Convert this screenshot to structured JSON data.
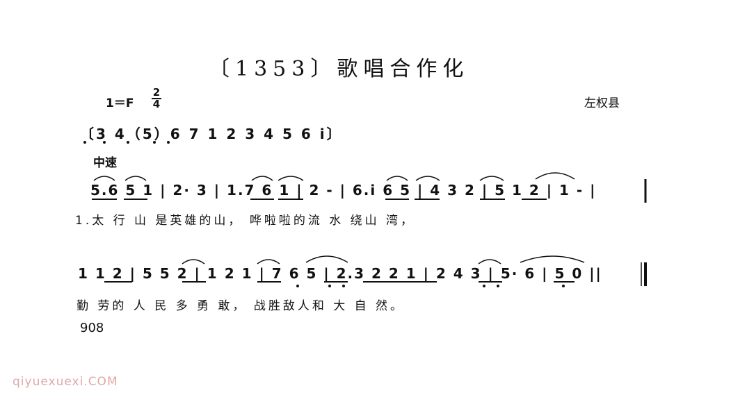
{
  "title": "〔1353〕歌唱合作化",
  "key_signature": "1＝F",
  "meter": {
    "numerator": "2",
    "denominator": "4"
  },
  "origin": "左权县",
  "scale_line": "〔3 4（5）6 7 1 2 3 4 5 6 i〕",
  "tempo": "中速",
  "melody": {
    "line1": "5.6 5 1 | 2·   3 | 1.7 6 1 | 2  - | 6.i 6 5 | 4  3 2 | 5 1  2 | 1  - |",
    "line2": "1  1 2 | 5  5 2 | 1  2 1 | 7  6 5 | 2.3 2 2 1 | 2  4 3 | 5·  6 | 5  0 ||"
  },
  "lyrics": {
    "line1": "1.太 行  山   是英雄的山，   哗啦啦的流 水 绕山  湾，",
    "line2": "勤 劳的 人 民  多 勇 敢，   战胜敌人和 大 自 然。"
  },
  "page_number": "908",
  "watermark": "qiyuexuexi.COM"
}
